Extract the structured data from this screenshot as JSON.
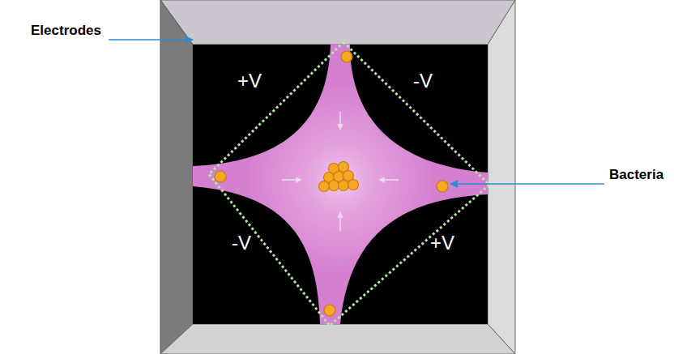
{
  "diagram": {
    "labels": [
      "Electrodes",
      "+V",
      "-V",
      "Bacteria",
      "-V",
      "+V"
    ]
  }
}
